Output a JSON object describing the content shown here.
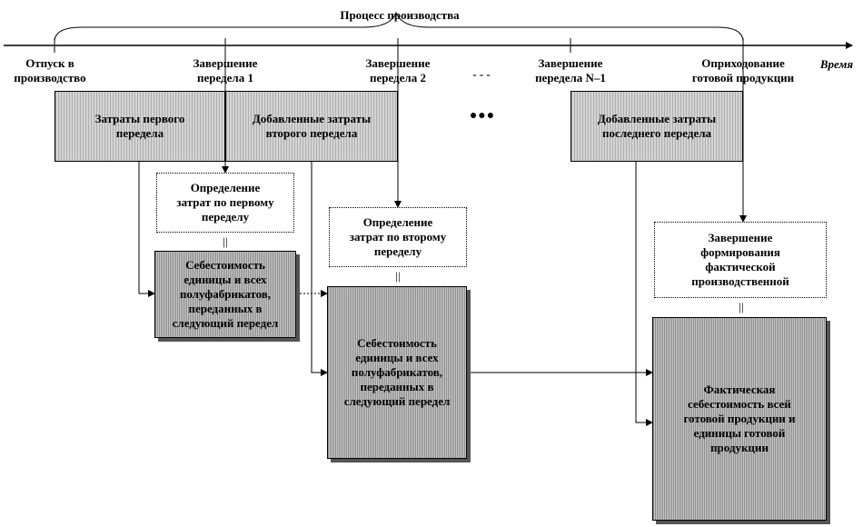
{
  "timeline": {
    "process_title": "Процесс производства",
    "axis_label": "Время",
    "stages": [
      "Отпуск в\nпроизводство",
      "Завершение\nпередела 1",
      "Завершение\nпередела 2",
      "Завершение\nпередела N–1",
      "Оприходование\nготовой продукции"
    ],
    "dots_small": "- - -",
    "dots_big": "●●●"
  },
  "cost_boxes": {
    "first": "Затраты первого\nпередела",
    "second": "Добавленные затраты\nвторого передела",
    "last": "Добавленные затраты\nпоследнего передела"
  },
  "determination": {
    "first": "Определение\nзатрат по первому\nпеределу",
    "second": "Определение\nзатрат по второму\nпеределу",
    "final": "Завершение\nформирования\nфактической\nпроизводственной"
  },
  "results": {
    "first": "Себестоимость\nединицы и всех\nполуфабрикатов,\nпереданных в\nследующий передел",
    "second": "Себестоимость\nединицы и всех\nполуфабрикатов,\nпереданных в\nследующий передел",
    "final": "Фактическая\nсебестоимость всей\nготовой продукции и\nединицы готовой\nпродукции"
  },
  "equals_sign": "||"
}
